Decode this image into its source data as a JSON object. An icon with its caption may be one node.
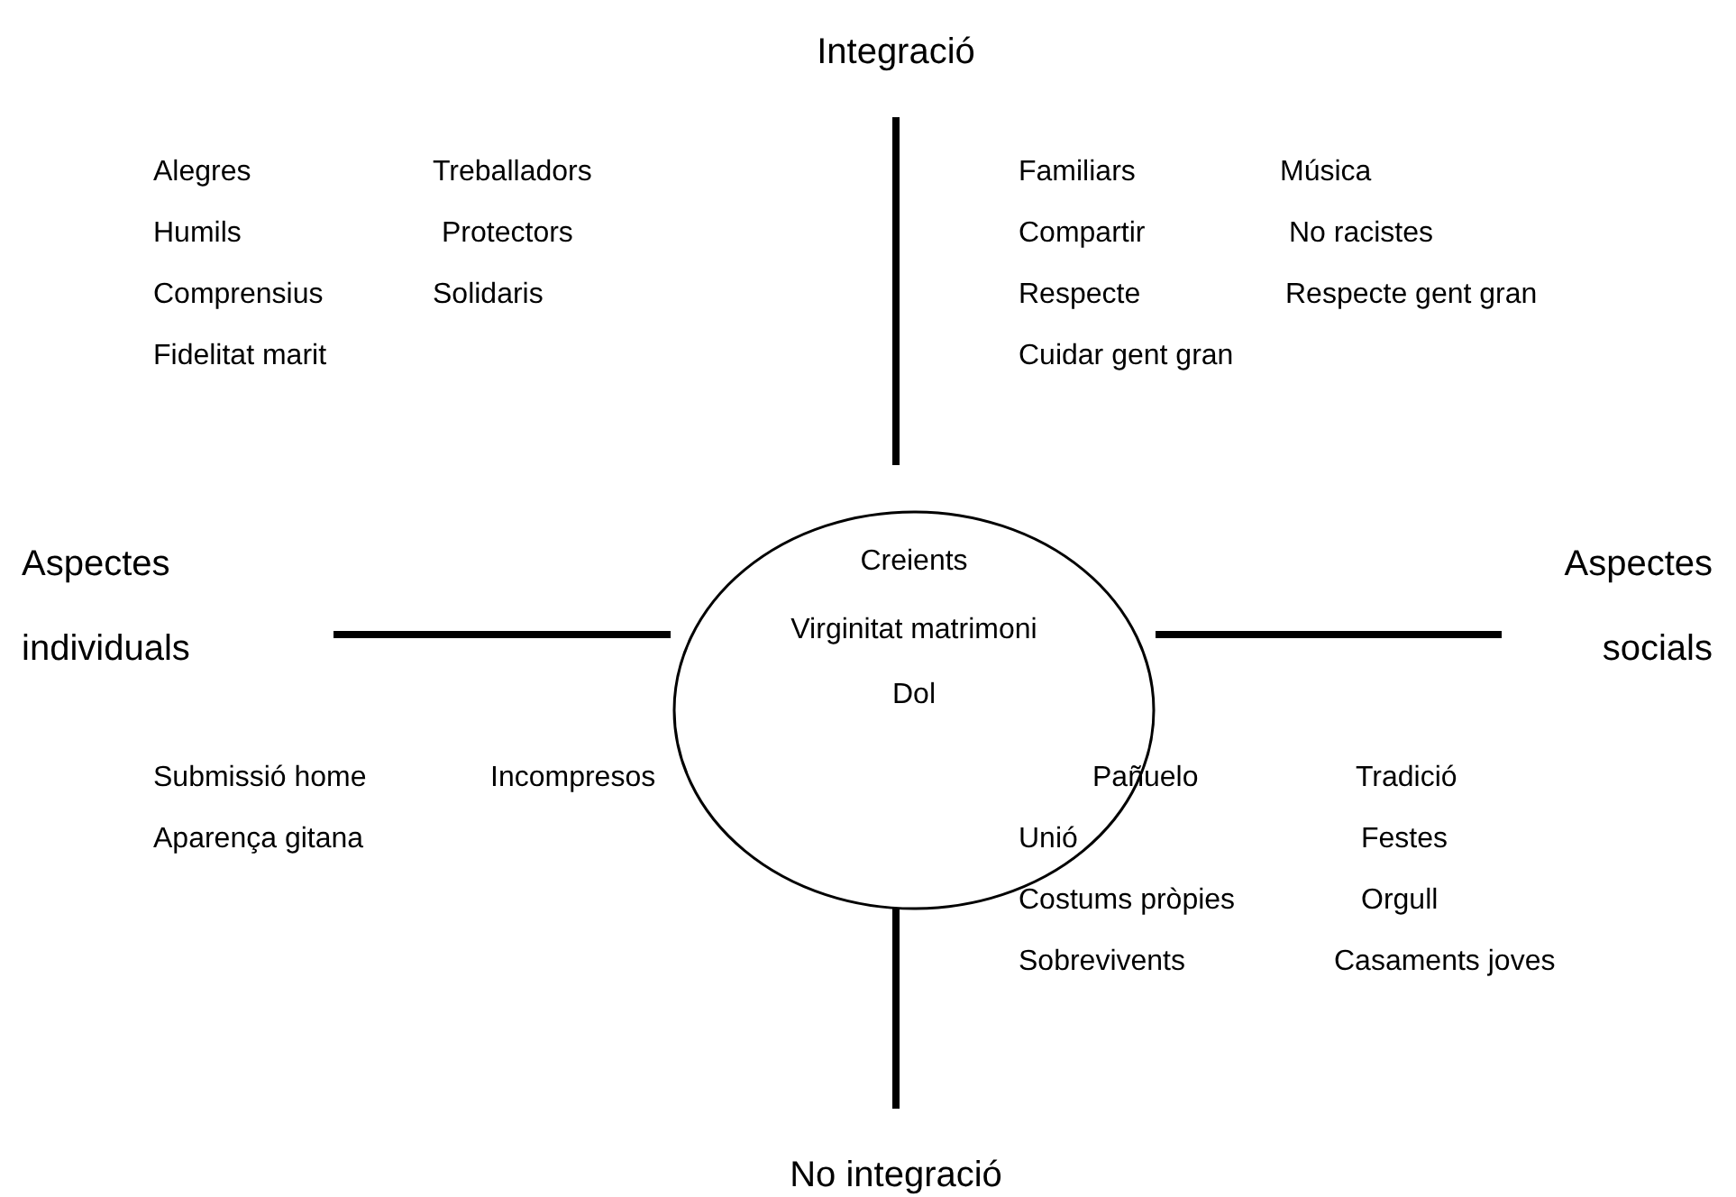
{
  "diagram": {
    "nodes": [
      {
        "text": [
          "Creients",
          "Virginitat matrimoni",
          "Dol"
        ]
      }
    ],
    "edges": [],
    "labels": [
      "Integració",
      "Alegres",
      "Treballadors",
      "Humils",
      "Protectors",
      "Comprensius",
      "Solidaris",
      "Fidelitat marit",
      "Familiars",
      "Música",
      "Compartir",
      "No racistes",
      "Respecte",
      "Respecte gent gran",
      "Cuidar gent gran",
      "Aspectes individuals",
      "Aspectes socials",
      "Submissió home",
      "Incompresos",
      "Aparença gitana",
      "Pañuelo",
      "Tradició",
      "Unió",
      "Festes",
      "Costums pròpies",
      "Orgull",
      "Sobrevivents",
      "Casaments joves",
      "No integració"
    ]
  }
}
